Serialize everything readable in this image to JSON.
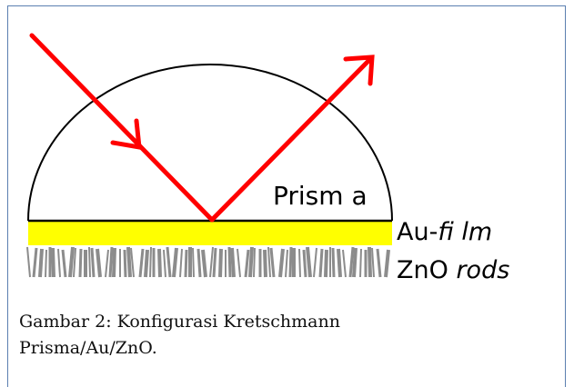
{
  "diagram": {
    "labels": {
      "prism": "Prism a",
      "au_prefix": "Au-",
      "au_italic": "fi lm",
      "zno_prefix": "ZnO ",
      "zno_italic": "rods"
    },
    "colors": {
      "frame": "#5b7fb0",
      "prism_outline": "#000000",
      "ray": "#ff0000",
      "au_film": "#ffff00",
      "zno_rods": "#8c8c8c"
    }
  },
  "caption": {
    "line1": "Gambar 2: Konfigurasi Kretschmann",
    "line2": "Prisma/Au/ZnO."
  }
}
